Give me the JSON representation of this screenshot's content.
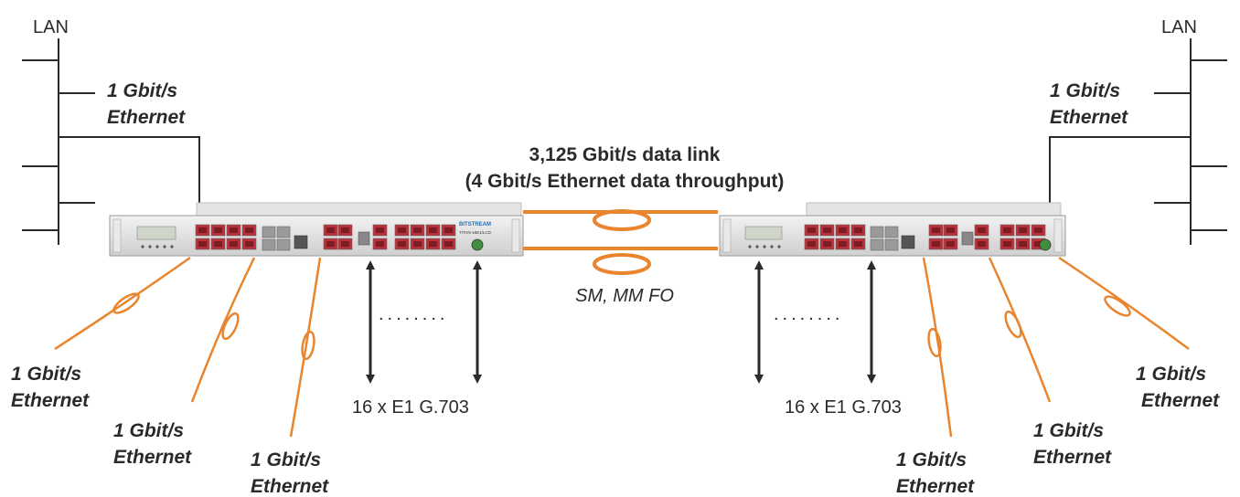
{
  "labels": {
    "lan_left": "LAN",
    "lan_right": "LAN",
    "link_title": "3,125 Gbit/s data link",
    "link_subtitle": "(4 Gbit/s Ethernet data throughput)",
    "fiber_type": "SM, MM FO",
    "e1_left": "16 x E1 G.703",
    "e1_right": "16 x E1 G.703",
    "dots": "........",
    "eth_line1": "1 Gbit/s",
    "eth_line2": "Ethernet"
  },
  "device": {
    "brand": "BITSTREAM",
    "model": "TITAN-16E1/LCD"
  },
  "colors": {
    "fiber": "#e8852e",
    "line": "#2a2a2a",
    "chassis": "#dcdcdc",
    "port": "#b8303a"
  }
}
